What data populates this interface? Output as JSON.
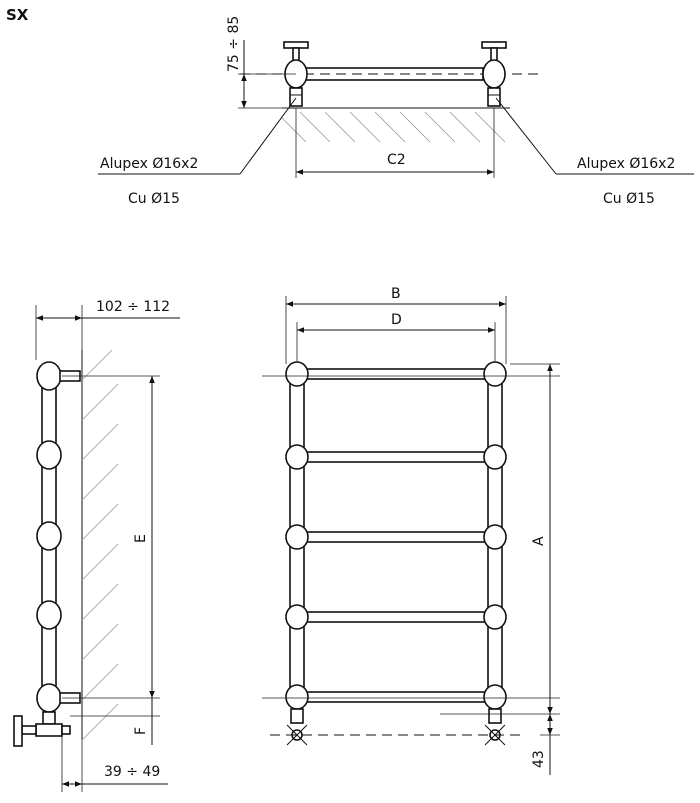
{
  "title": "SX",
  "top_view": {
    "connection_left": "Alupex Ø16x2",
    "connection_right": "Alupex Ø16x2",
    "copper_left": "Cu Ø15",
    "copper_right": "Cu Ø15",
    "dim_c2": "C2",
    "dim_height": "75 ÷ 85"
  },
  "side_view": {
    "dim_depth_top": "102 ÷ 112",
    "dim_e": "E",
    "dim_f": "F",
    "dim_depth_bottom": "39 ÷ 49"
  },
  "front_view": {
    "dim_b": "B",
    "dim_d": "D",
    "dim_a": "A",
    "dim_bottom": "43"
  }
}
